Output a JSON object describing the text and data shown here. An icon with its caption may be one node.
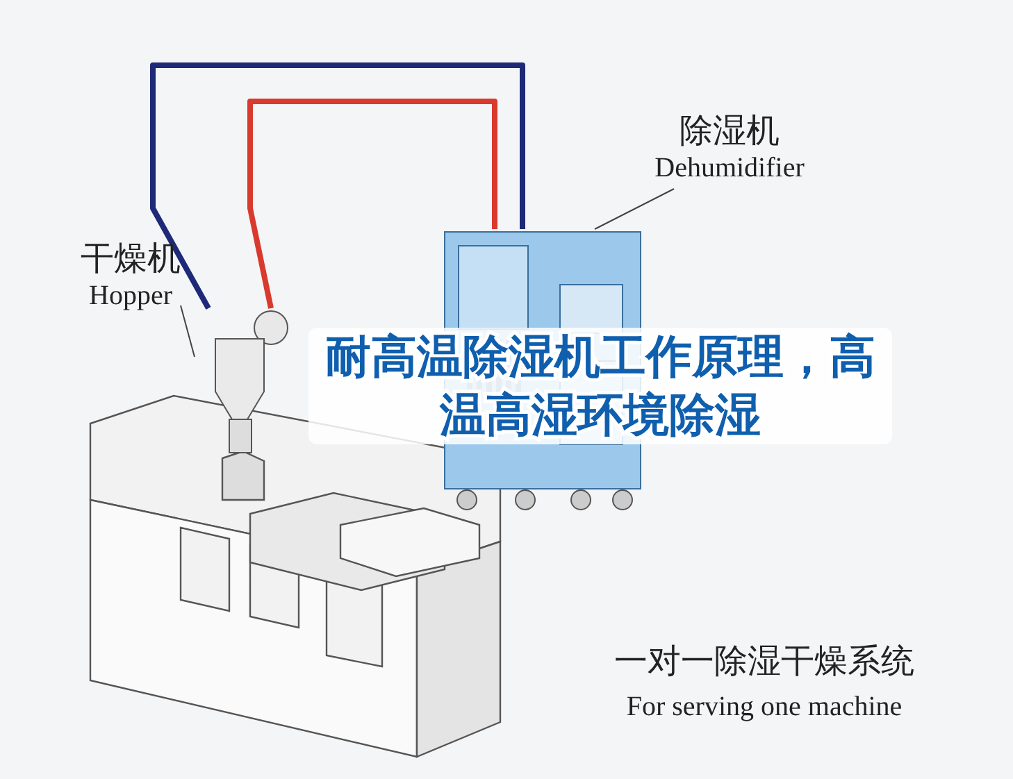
{
  "diagram": {
    "title": "耐高温除湿机工作原理，高温高湿环境除湿",
    "nodes": [
      {
        "text": [
          "除湿机",
          "Dehumidifier"
        ]
      },
      {
        "text": [],
        "shape": "picture"
      },
      {
        "text": [
          "干燥机",
          "Hopper"
        ]
      },
      {
        "text": [],
        "shape": "picture"
      }
    ],
    "edges": [
      {
        "from": 0,
        "to": 3,
        "arrow": "none"
      },
      {
        "from": 2,
        "to": 1,
        "arrow": "none"
      },
      {
        "from": 3,
        "to": 1,
        "arrow": "none",
        "style": "thick",
        "color": "#1e2a78"
      },
      {
        "from": 3,
        "to": 1,
        "arrow": "none",
        "style": "thick",
        "color": "#d93a2e"
      }
    ],
    "labels": [
      "一对一除湿干燥系统",
      "For serving one machine"
    ]
  }
}
